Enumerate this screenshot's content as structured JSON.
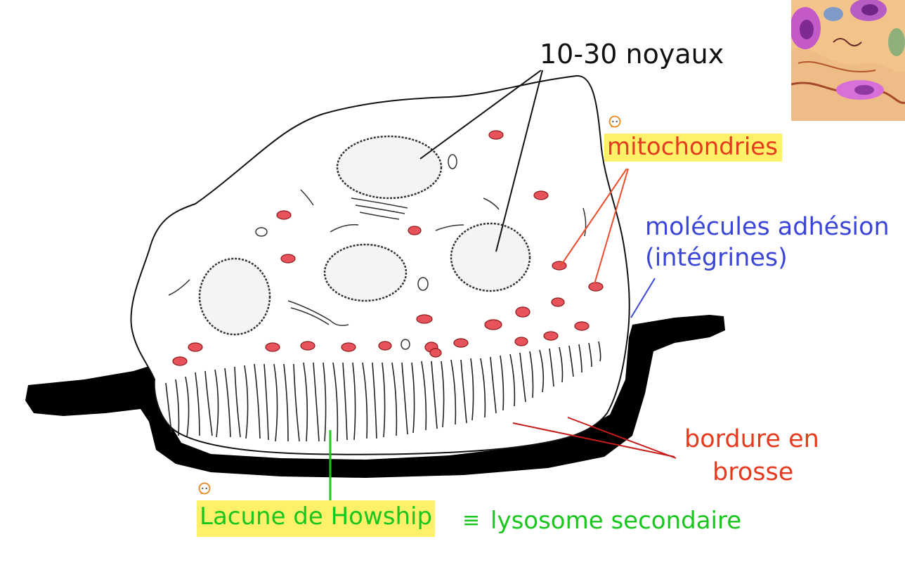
{
  "labels": {
    "noyaux": "10-30 noyaux",
    "mitochondries": "mitochondries",
    "adhesion_line1": "molécules adhésion",
    "adhesion_line2": "(intégrines)",
    "bordure_line1": "bordure en",
    "bordure_line2": "brosse",
    "lacune": "Lacune de Howship",
    "equiv": "≡",
    "lysosome": "lysosome secondaire"
  },
  "colors": {
    "black_label": "#111111",
    "red": "#e53a1e",
    "blue": "#3b46d8",
    "green": "#19c61e",
    "highlight": "#fff06a",
    "mitochondria_fill": "#e8525a",
    "bone": "#000000"
  },
  "icons": {
    "comment_marker": "speech-bubble-icon",
    "inset": "histology-micrograph-thumbnail"
  }
}
